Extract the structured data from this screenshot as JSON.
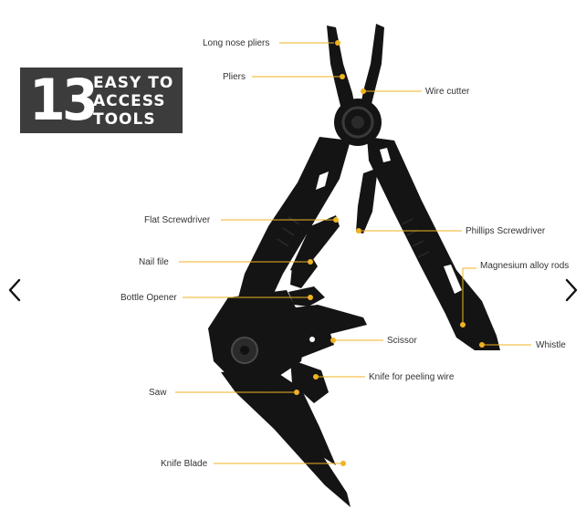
{
  "badge": {
    "number": "13",
    "line1": "EASY TO",
    "line2": "ACCESS",
    "line3": "TOOLS"
  },
  "callouts": {
    "long_nose_pliers": "Long nose pliers",
    "pliers": "Pliers",
    "wire_cutter": "Wire cutter",
    "flat_screwdriver": "Flat Screwdriver",
    "phillips_screwdriver": "Phillips Screwdriver",
    "nail_file": "Nail file",
    "magnesium_alloy_rods": "Magnesium alloy rods",
    "bottle_opener": "Bottle Opener",
    "scissor": "Scissor",
    "whistle": "Whistle",
    "knife_for_peeling_wire": "Knife for peeling wire",
    "saw": "Saw",
    "knife_blade": "Knife Blade"
  },
  "colors": {
    "accent": "#f0b323",
    "tool": "#141414",
    "badge": "#3c3c3c"
  },
  "icons": {
    "prev": "chevron-left-icon",
    "next": "chevron-right-icon"
  }
}
